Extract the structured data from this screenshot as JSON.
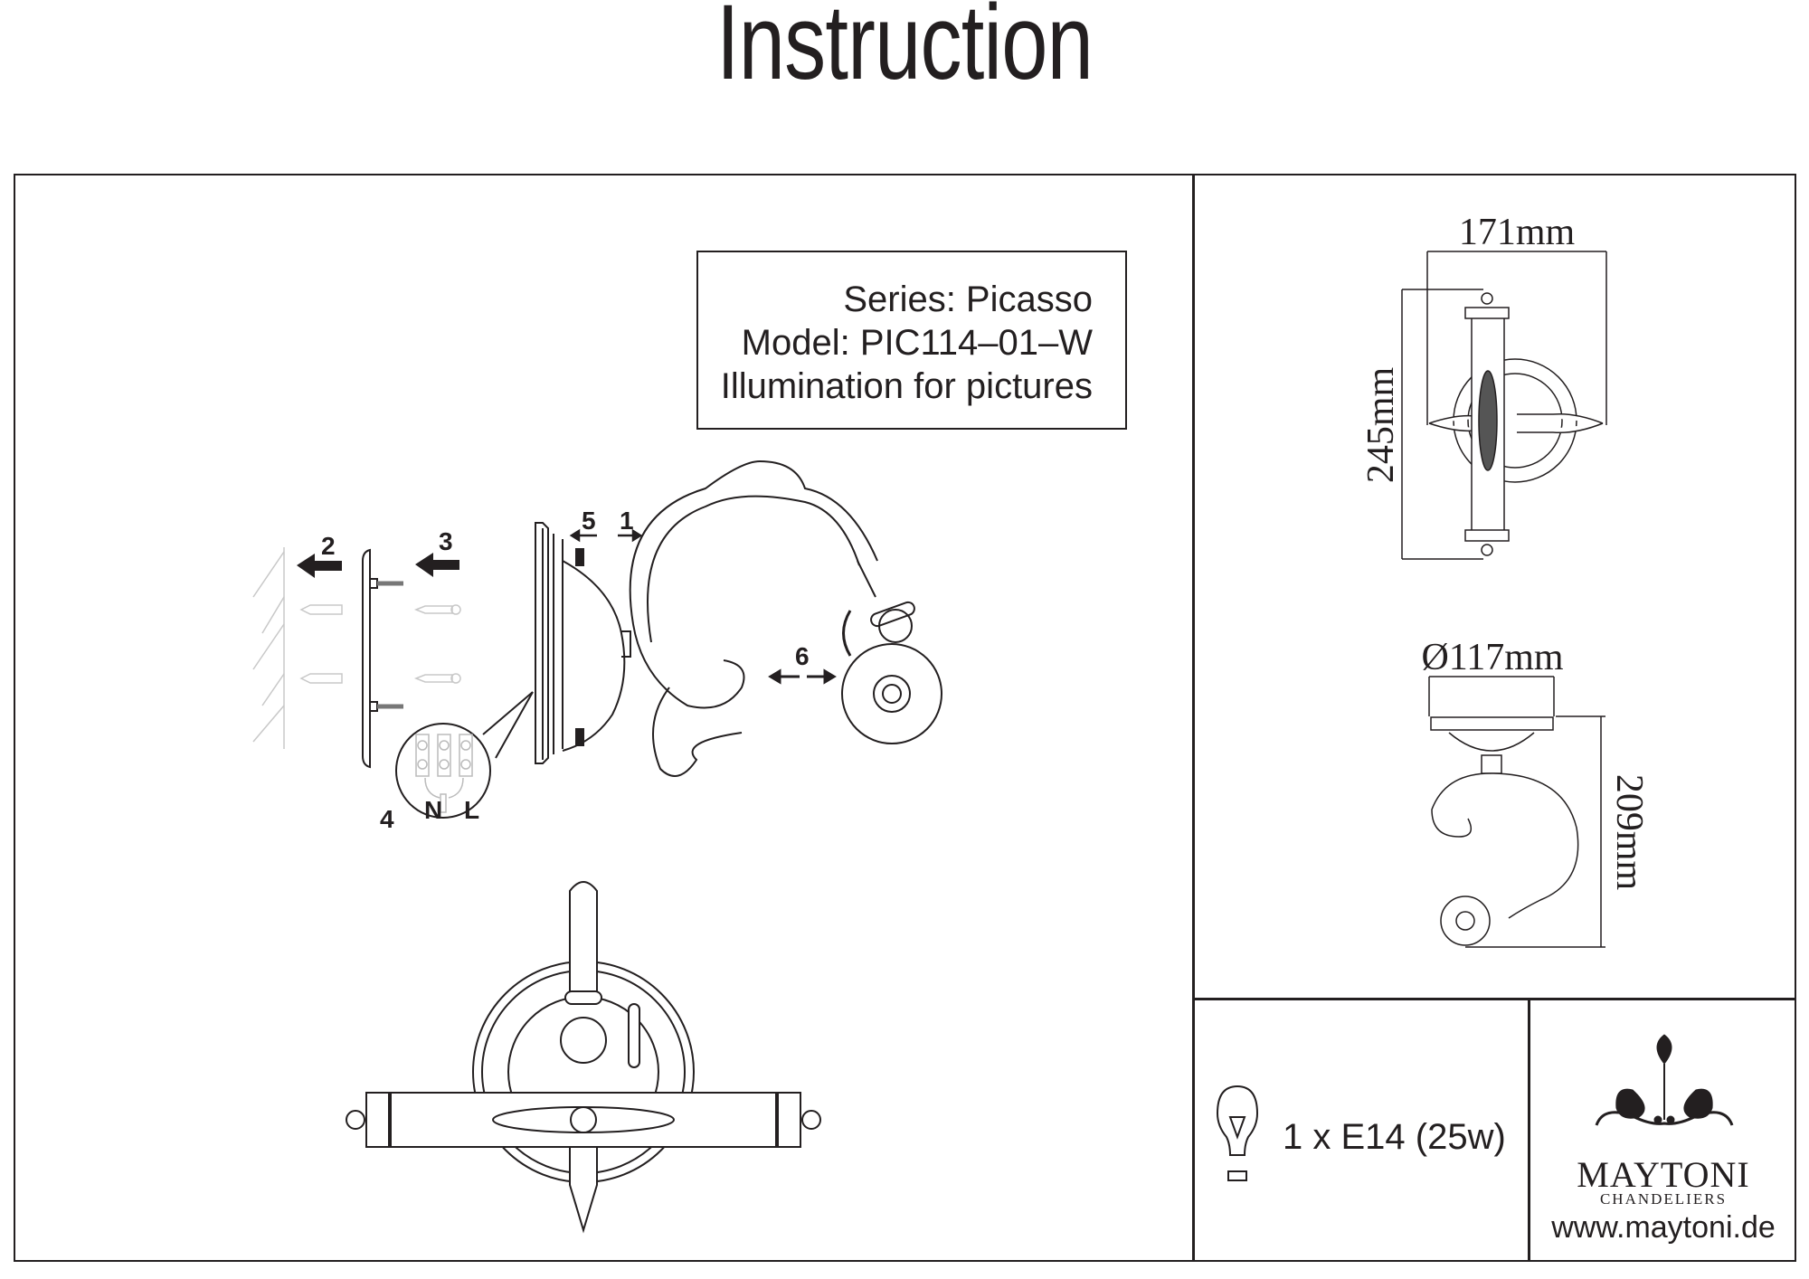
{
  "header": {
    "title": "Instruction"
  },
  "product_info": {
    "series": "Series: Picasso",
    "model": "Model: PIC114–01–W",
    "description": "Illumination for pictures"
  },
  "assembly_steps": {
    "labels": [
      "1",
      "2",
      "3",
      "4",
      "5",
      "6"
    ],
    "wiring": {
      "neutral": "N",
      "live": "L"
    }
  },
  "dimensions": {
    "front_width": "171mm",
    "front_height": "245mm",
    "base_diameter": "Ø117mm",
    "side_height": "209mm"
  },
  "bulb": {
    "icon": "lightbulb-icon",
    "spec": "1 x E14 (25w)"
  },
  "brand": {
    "logo_icon": "chandelier-logo-icon",
    "name": "MAYTONI",
    "subtitle": "CHANDELIERS",
    "website": "www.maytoni.de"
  },
  "colors": {
    "ink": "#231f20",
    "faint": "#c8c8c8",
    "background": "#ffffff"
  }
}
